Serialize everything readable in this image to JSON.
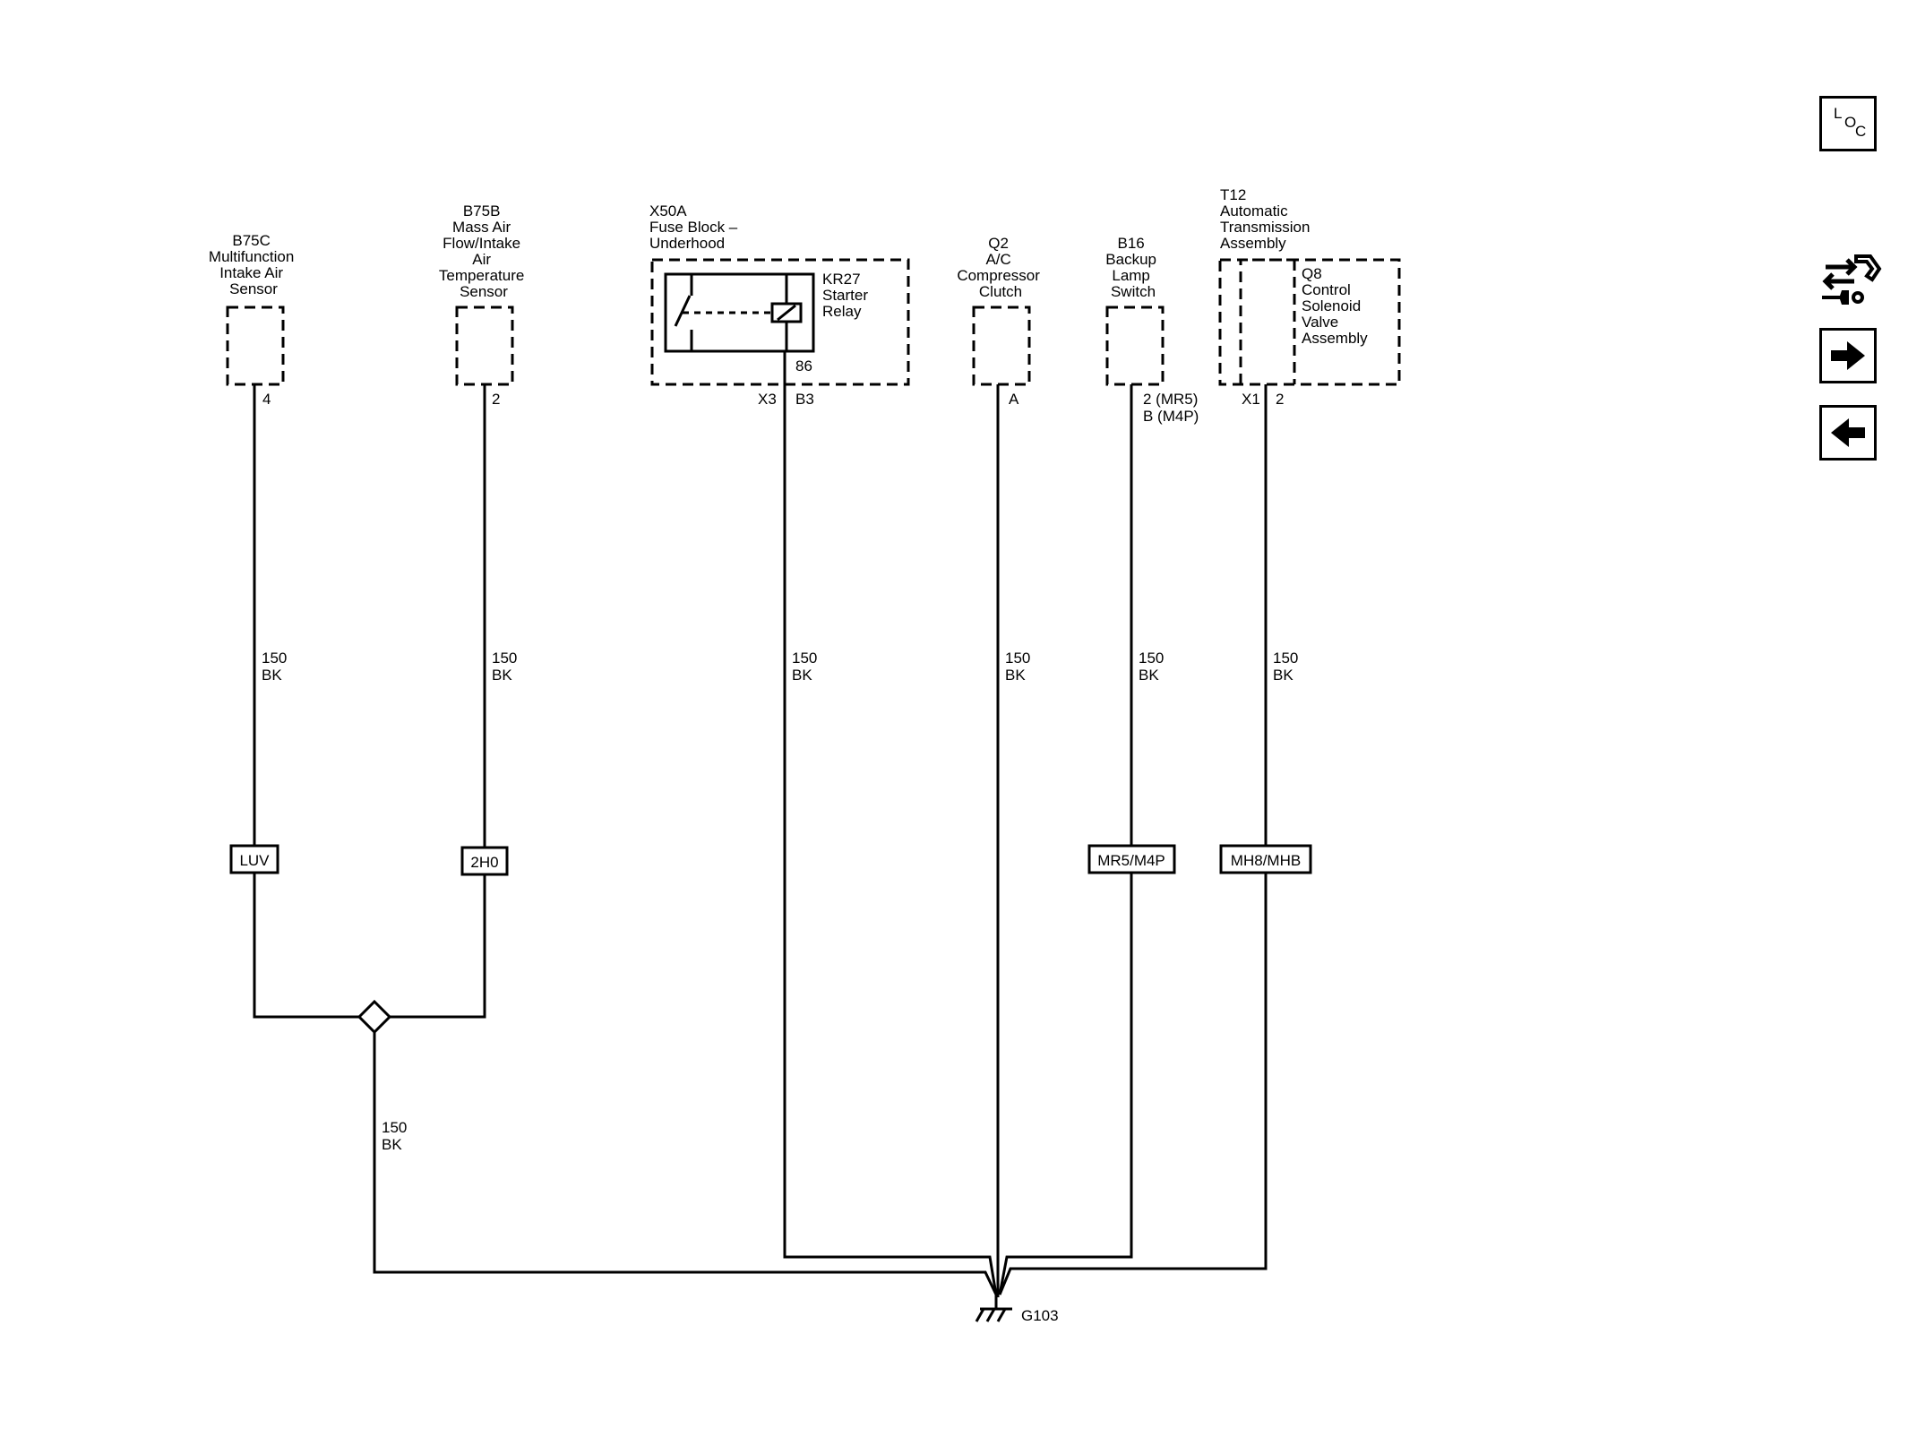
{
  "components": {
    "b75c": {
      "lines": [
        "B75C",
        "Multifunction",
        "Intake Air",
        "Sensor"
      ],
      "pin": "4"
    },
    "b75b": {
      "lines": [
        "B75B",
        "Mass Air",
        "Flow/Intake",
        "Air",
        "Temperature",
        "Sensor"
      ],
      "pin": "2"
    },
    "x50a": {
      "lines": [
        "X50A",
        "Fuse Block –",
        "Underhood"
      ],
      "connector": "X3",
      "pin": "B3"
    },
    "kr27": {
      "lines": [
        "KR27",
        "Starter",
        "Relay"
      ],
      "pin": "86"
    },
    "q2": {
      "lines": [
        "Q2",
        "A/C",
        "Compressor",
        "Clutch"
      ],
      "pin": "A"
    },
    "b16": {
      "lines": [
        "B16",
        "Backup",
        "Lamp",
        "Switch"
      ],
      "pin_lines": [
        "2 (MR5)",
        "B (M4P)"
      ]
    },
    "t12": {
      "lines": [
        "T12",
        "Automatic",
        "Transmission",
        "Assembly"
      ],
      "connector": "X1",
      "pin": "2"
    },
    "q8": {
      "lines": [
        "Q8",
        "Control",
        "Solenoid",
        "Valve",
        "Assembly"
      ]
    }
  },
  "wires": {
    "w1": {
      "size": "150",
      "color": "BK"
    },
    "w2": {
      "size": "150",
      "color": "BK"
    },
    "w3": {
      "size": "150",
      "color": "BK"
    },
    "w4": {
      "size": "150",
      "color": "BK"
    },
    "w5": {
      "size": "150",
      "color": "BK"
    },
    "w6": {
      "size": "150",
      "color": "BK"
    },
    "w7": {
      "size": "150",
      "color": "BK"
    }
  },
  "options": {
    "luv": "LUV",
    "2h0": "2H0",
    "mr5m4p": "MR5/M4P",
    "mh8mhb": "MH8/MHB"
  },
  "ground": {
    "label": "G103"
  },
  "nav": {
    "loc_letters": [
      "L",
      "O",
      "C"
    ],
    "icons": [
      "location-icon",
      "connector-icon",
      "next-arrow-icon",
      "previous-arrow-icon"
    ]
  }
}
